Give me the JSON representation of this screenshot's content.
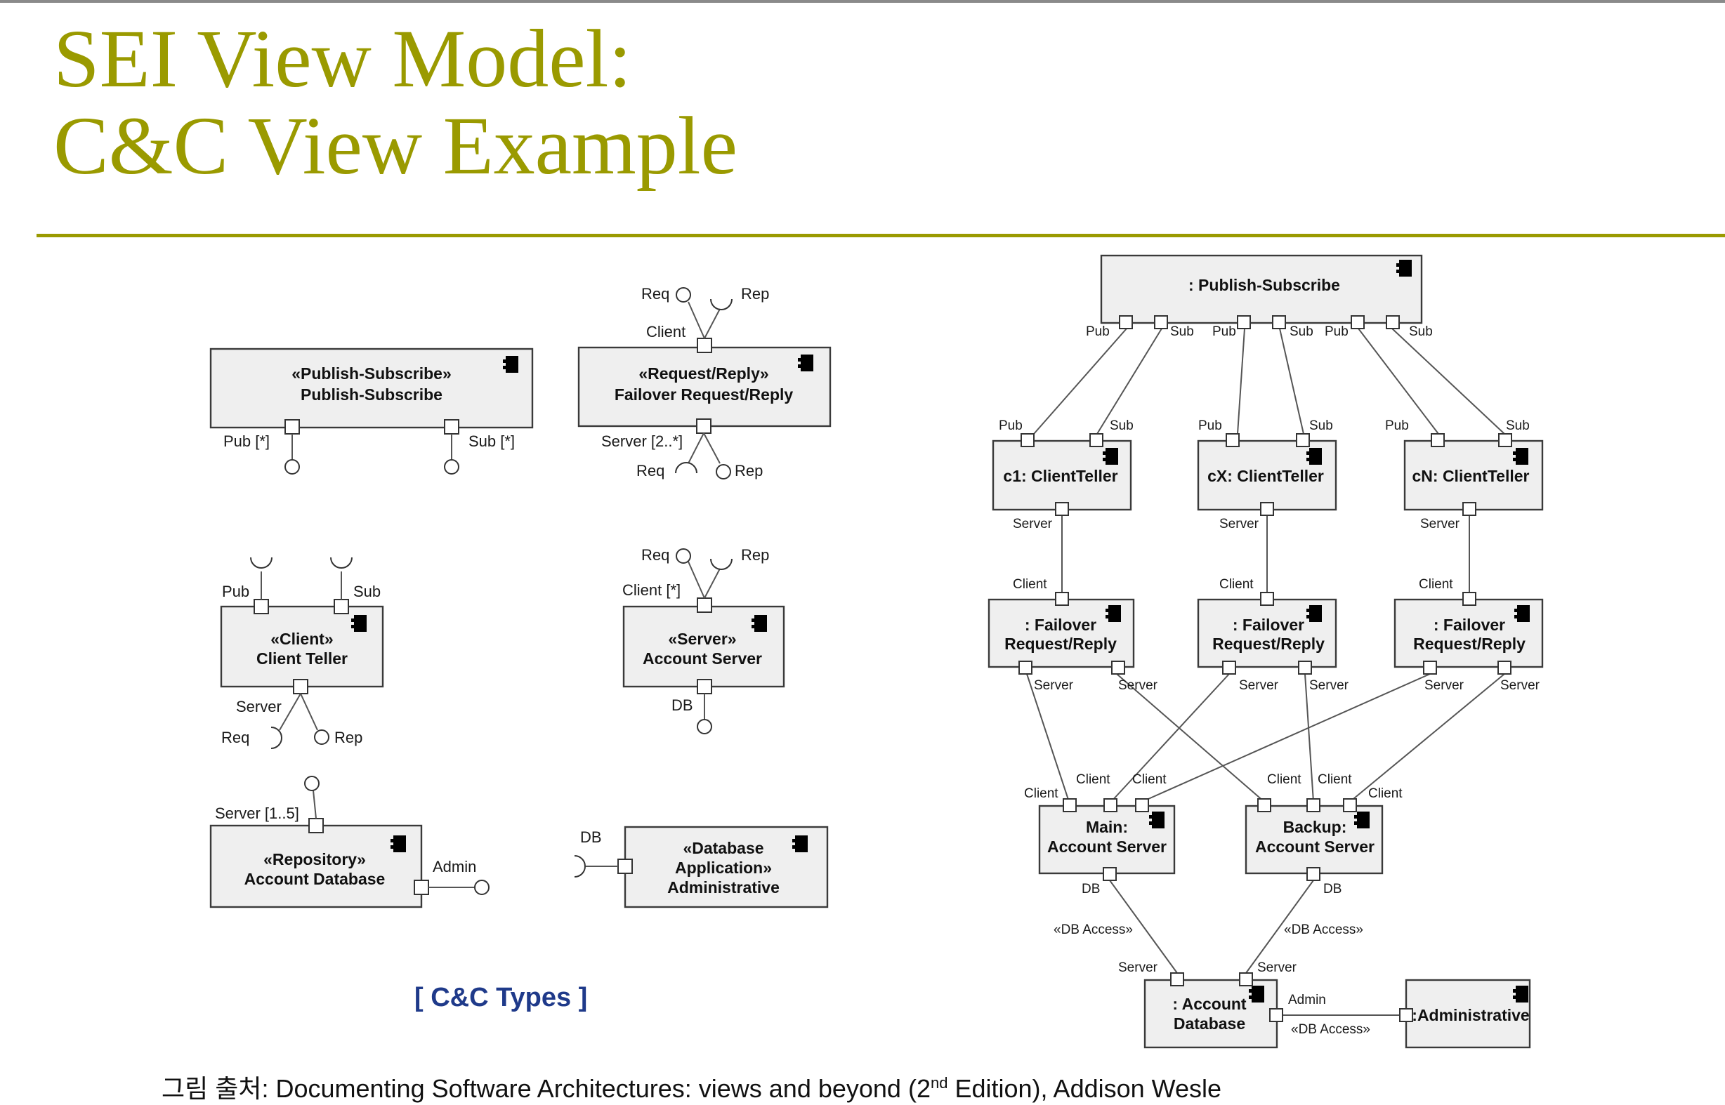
{
  "slide": {
    "title_line1": "SEI View Model:",
    "title_line2": "C&C View Example",
    "types_caption": "[ C&C Types ]",
    "source_prefix": "그림 출처: Documenting Software Architectures: views and beyond (2",
    "source_sup": "nd",
    "source_suffix": " Edition), Addison Wesle"
  },
  "types": {
    "ps": {
      "stereo": "«Publish-Subscribe»",
      "name": "Publish-Subscribe",
      "pub": "Pub [*]",
      "sub": "Sub [*]"
    },
    "rr": {
      "stereo": "«Request/Reply»",
      "name": "Failover Request/Reply",
      "client": "Client",
      "server": "Server [2..*]",
      "req": "Req",
      "rep": "Rep"
    },
    "ct": {
      "stereo": "«Client»",
      "name": "Client Teller",
      "pub": "Pub",
      "sub": "Sub",
      "server": "Server",
      "req": "Req",
      "rep": "Rep"
    },
    "as": {
      "stereo": "«Server»",
      "name": "Account Server",
      "client": "Client [*]",
      "db": "DB",
      "req": "Req",
      "rep": "Rep"
    },
    "ad": {
      "stereo": "«Repository»",
      "name": "Account Database",
      "server": "Server [1..5]",
      "admin": "Admin"
    },
    "da": {
      "line1": "«Database",
      "line2": "Application»",
      "line3": "Administrative",
      "db": "DB"
    }
  },
  "instances": {
    "ps": {
      "name": ": Publish-Subscribe",
      "pub": "Pub",
      "sub": "Sub"
    },
    "tellers": [
      "c1: ClientTeller",
      "cX: ClientTeller",
      "cN: ClientTeller"
    ],
    "failover_line1": ": Failover",
    "failover_line2": "Request/Reply",
    "main_line1": "Main:",
    "backup_line1": "Backup:",
    "server_line2": "Account Server",
    "db_line1": ": Account",
    "db_line2": "Database",
    "admin": ":Administrative",
    "labels": {
      "pub": "Pub",
      "sub": "Sub",
      "server": "Server",
      "client": "Client",
      "db": "DB",
      "admin": "Admin",
      "db_access": "«DB Access»"
    }
  }
}
